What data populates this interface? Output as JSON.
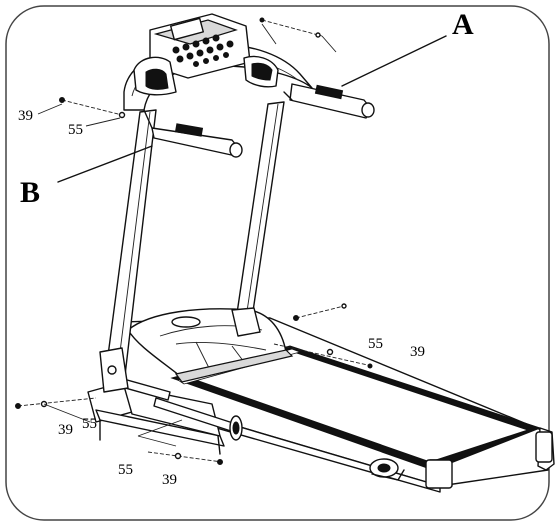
{
  "labels": {
    "a": "A",
    "b": "B",
    "bolt_top_left": "39",
    "washer_top_left": "55",
    "washer_right": "55",
    "bolt_right": "39",
    "bolt_bottom_left": "39",
    "washer_bottom_left": "55",
    "washer_bottom_mid": "55",
    "bolt_bottom_mid": "39"
  }
}
